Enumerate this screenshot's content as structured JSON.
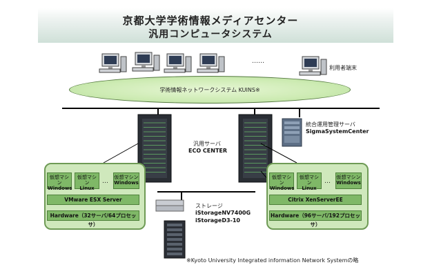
{
  "title_line1": "京都大学学術情報メディアセンター",
  "title_line2": "汎用コンピュータシステム",
  "terminals_label": "利用者端末",
  "terminals_ellipsis": "……",
  "network_label": "学術情報ネットワークシステム KUINS※",
  "management_label": "統合運用管理サーバ",
  "management_name": "SigmaSystemCenter",
  "general_server_label": "汎用サーバ",
  "general_server_name": "ECO CENTER",
  "left_group": {
    "vms": [
      {
        "top": "仮想マシン",
        "os": "Windows"
      },
      {
        "top": "仮想マシン",
        "os": "Linux"
      },
      {
        "top": "仮想マシン",
        "os": "Windows"
      }
    ],
    "ellipsis": "…",
    "software": "VMware ESX Server",
    "hardware": "Hardware（32サーバ/64プロセッサ）"
  },
  "right_group": {
    "vms": [
      {
        "top": "仮想マシン",
        "os": "Windows"
      },
      {
        "top": "仮想マシン",
        "os": "Linux"
      },
      {
        "top": "仮想マシン",
        "os": "Windows"
      }
    ],
    "ellipsis": "…",
    "software": "Citrix XenServerEE",
    "hardware": "Hardware（96サーバ/192プロセッサ）"
  },
  "storage_label": "ストレージ",
  "storage_name1": "iStorageNV7400G",
  "storage_name2": "iStorageD3-10",
  "footnote": "※Kyoto University Integrated information Network Systemの略",
  "colors": {
    "group_fill": "#cfe8bc",
    "group_border": "#6e9a55",
    "box_fill": "#7fb867",
    "network_fill": "#cdebb3"
  }
}
